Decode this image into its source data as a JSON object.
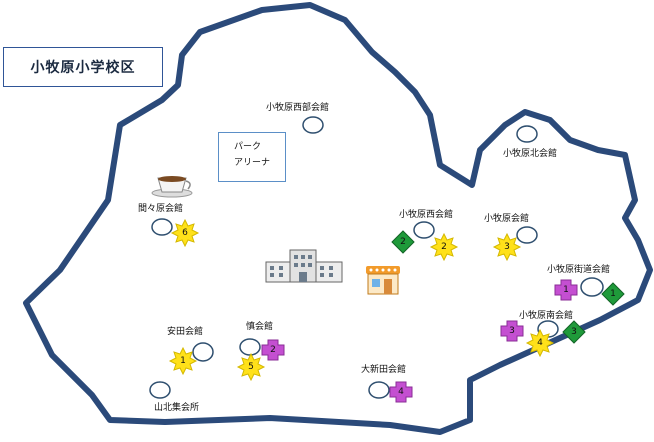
{
  "title": "小牧原小学校区",
  "park": {
    "line1": "パーク",
    "line2": "アリーナ"
  },
  "colors": {
    "boundary": "#2b4a7a",
    "star": "#ffe11a",
    "diamond": "#1f9a3a",
    "cross": "#c44fd1",
    "circle": "#2f4f6f"
  },
  "halls": [
    {
      "id": "nishibu",
      "label": "小牧原西部会館"
    },
    {
      "id": "kita",
      "label": "小牧原北会館"
    },
    {
      "id": "mamahara",
      "label": "間々原会館"
    },
    {
      "id": "nishi",
      "label": "小牧原西会館"
    },
    {
      "id": "komakihara",
      "label": "小牧原会館"
    },
    {
      "id": "kaido",
      "label": "小牧原街道会館"
    },
    {
      "id": "minami",
      "label": "小牧原南会館"
    },
    {
      "id": "yasuda",
      "label": "安田会館"
    },
    {
      "id": "kei",
      "label": "慎会館"
    },
    {
      "id": "shinden",
      "label": "大新田会館"
    },
    {
      "id": "yamakita",
      "label": "山北集会所"
    }
  ],
  "markers": {
    "stars": [
      "6",
      "2",
      "3",
      "4",
      "1",
      "5"
    ],
    "diamonds": [
      "2",
      "1",
      "3"
    ],
    "crosses": [
      "1",
      "3",
      "2",
      "4"
    ]
  },
  "icons": [
    "coffee-cup-icon",
    "school-building-icon",
    "kindergarten-icon"
  ]
}
